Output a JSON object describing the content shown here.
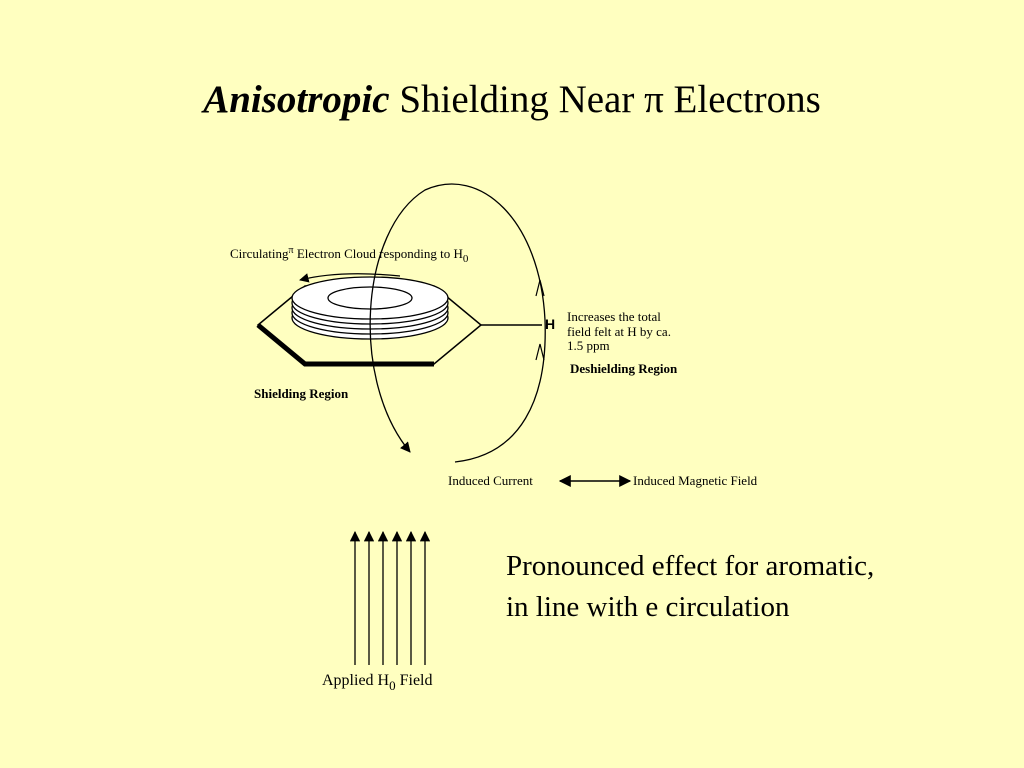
{
  "title": {
    "emphasis": "Anisotropic",
    "rest": "Shielding Near π  Electrons"
  },
  "diagram": {
    "cloud_label": {
      "before": "Circulating",
      "pi": "π",
      "after": " Electron Cloud responding to H",
      "subscript": "0"
    },
    "h_atom": "H",
    "increase_note": [
      "Increases the total",
      "field felt at H by ca.",
      "1.5 ppm"
    ],
    "deshielding": "Deshielding Region",
    "shielding": "Shielding Region",
    "induced_current": "Induced Current",
    "induced_field": "Induced Magnetic Field",
    "applied_field": {
      "text": "Applied H",
      "subscript": "0",
      "suffix": " Field"
    }
  },
  "body": {
    "lines": [
      "Pronounced effect for aromatic,",
      "in line with e circulation"
    ]
  }
}
